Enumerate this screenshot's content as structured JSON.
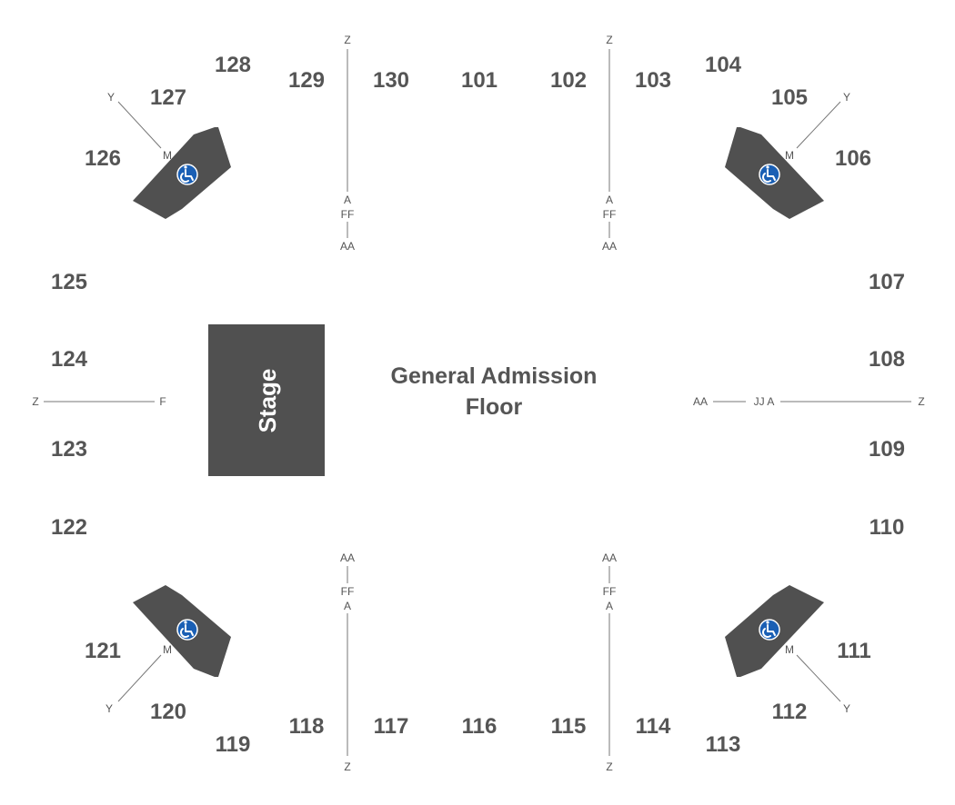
{
  "stage": {
    "label": "Stage",
    "color": "#505050"
  },
  "floor": {
    "line1": "General Admission",
    "line2": "Floor"
  },
  "colors": {
    "section_text": "#555555",
    "accessible_icon": "#1a5fb4",
    "block_fill": "#505050"
  },
  "icons": {
    "accessible": "wheelchair-icon"
  },
  "sections": {
    "s101": "101",
    "s102": "102",
    "s103": "103",
    "s104": "104",
    "s105": "105",
    "s106": "106",
    "s107": "107",
    "s108": "108",
    "s109": "109",
    "s110": "110",
    "s111": "111",
    "s112": "112",
    "s113": "113",
    "s114": "114",
    "s115": "115",
    "s116": "116",
    "s117": "117",
    "s118": "118",
    "s119": "119",
    "s120": "120",
    "s121": "121",
    "s122": "122",
    "s123": "123",
    "s124": "124",
    "s125": "125",
    "s126": "126",
    "s127": "127",
    "s128": "128",
    "s129": "129",
    "s130": "130"
  },
  "rows": {
    "z": "Z",
    "a": "A",
    "ff": "FF",
    "aa": "AA",
    "y": "Y",
    "m": "M",
    "f": "F",
    "jj_a": "JJ A"
  }
}
